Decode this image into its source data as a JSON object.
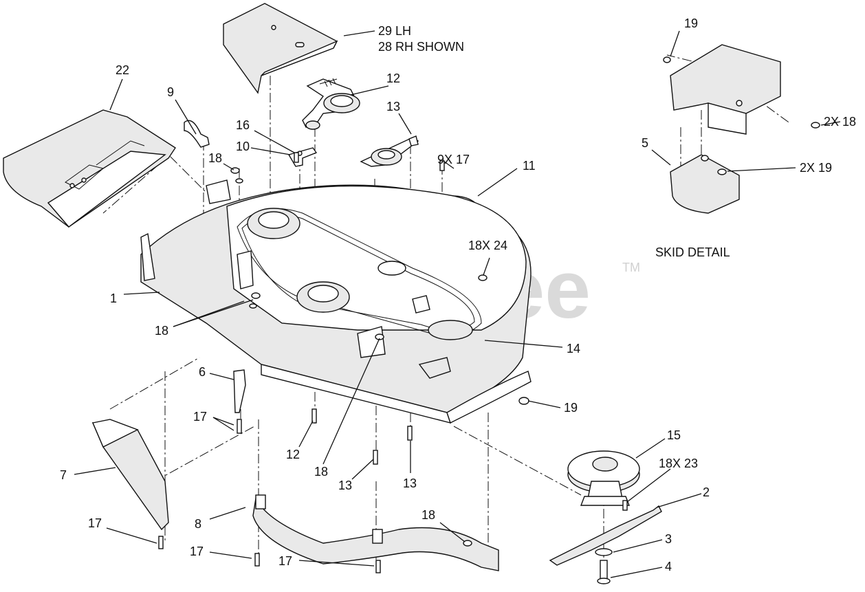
{
  "watermark": {
    "text": "PartsTree",
    "tm": "TM"
  },
  "skid_detail": {
    "title": "SKID DETAIL"
  },
  "callouts": {
    "c29": "29  LH",
    "c28": "28  RH SHOWN",
    "c22": "22",
    "c9": "9",
    "c16": "16",
    "c10": "10",
    "c18a": "18",
    "c12a": "12",
    "c13a": "13",
    "c9x17": "9X 17",
    "c11": "11",
    "c18x24": "18X 24",
    "c1": "1",
    "c18b": "18",
    "c14": "14",
    "c6": "6",
    "c17a": "17",
    "c12b": "12",
    "c18c": "18",
    "c13b": "13",
    "c13c": "13",
    "c19a": "19",
    "c15": "15",
    "c18x23": "18X 23",
    "c7": "7",
    "c2": "2",
    "c17b": "17",
    "c8": "8",
    "c18d": "18",
    "c3": "3",
    "c17c": "17",
    "c17d": "17",
    "c4": "4",
    "c19b": "19",
    "c2x18": "2X 18",
    "c5": "5",
    "c2x19": "2X 19"
  }
}
